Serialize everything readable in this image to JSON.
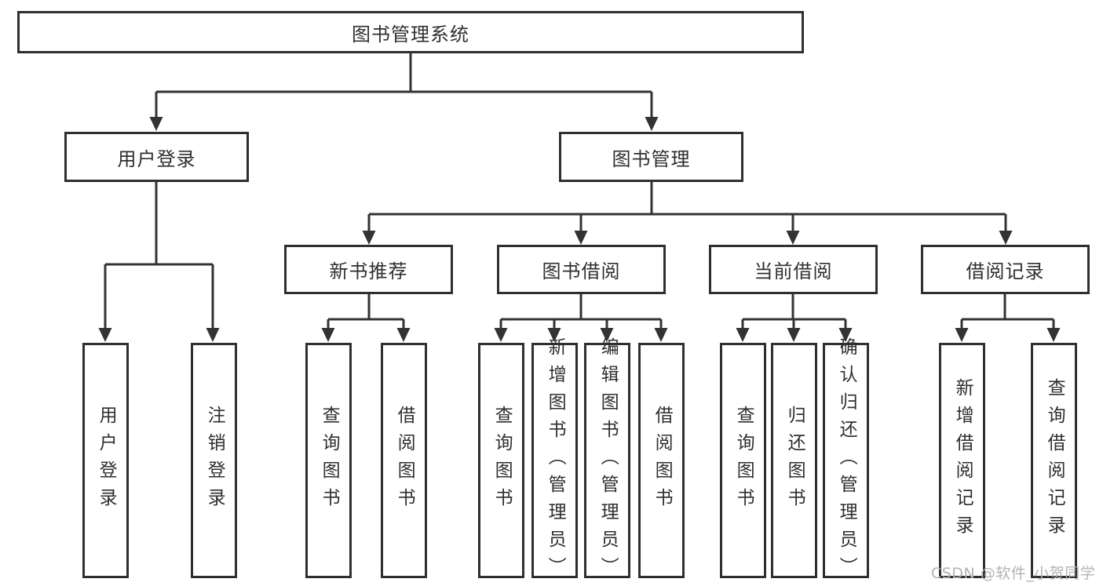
{
  "diagram": {
    "root": {
      "label": "图书管理系统"
    },
    "children": [
      {
        "label": "用户登录",
        "children": [
          {
            "label": "用户登录"
          },
          {
            "label": "注销登录"
          }
        ]
      },
      {
        "label": "图书管理",
        "children": [
          {
            "label": "新书推荐",
            "children": [
              {
                "label": "查询图书"
              },
              {
                "label": "借阅图书"
              }
            ]
          },
          {
            "label": "图书借阅",
            "children": [
              {
                "label": "查询图书"
              },
              {
                "label": "新增图书（管理员）"
              },
              {
                "label": "编辑图书（管理员）"
              },
              {
                "label": "借阅图书"
              }
            ]
          },
          {
            "label": "当前借阅",
            "children": [
              {
                "label": "查询图书"
              },
              {
                "label": "归还图书"
              },
              {
                "label": "确认归还（管理员）"
              }
            ]
          },
          {
            "label": "借阅记录",
            "children": [
              {
                "label": "新增借阅记录"
              },
              {
                "label": "查询借阅记录"
              }
            ]
          }
        ]
      }
    ]
  },
  "watermark": {
    "text": "CSDN @软件_小贺同学"
  },
  "colors": {
    "line": "#333333",
    "box_border": "#2f2f2f",
    "text": "#2f2f2f",
    "watermark": "#b3b3b3",
    "background": "#ffffff"
  }
}
